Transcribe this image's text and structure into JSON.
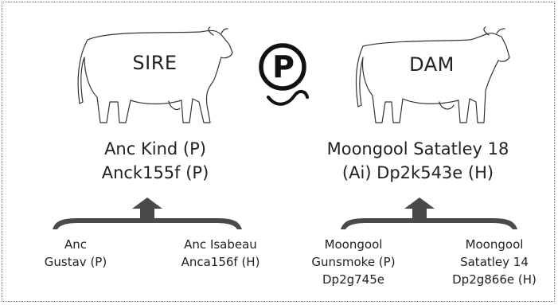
{
  "sire": {
    "title": "SIRE",
    "name_line1": "Anc Kind (P)",
    "name_line2": "Anck155f (P)",
    "parents": [
      {
        "line1": "Anc",
        "line2": "Gustav (P)"
      },
      {
        "line1": "Anc Isabeau",
        "line2": "Anca156f (H)"
      }
    ]
  },
  "dam": {
    "title": "DAM",
    "name_line1": "Moongool Satatley 18",
    "name_line2": "(Ai) Dp2k543e (H)",
    "parents": [
      {
        "line1": "Moongool",
        "line2": "Gunsmoke (P)",
        "line3": "Dp2g745e"
      },
      {
        "line1": "Moongool",
        "line2": "Satatley 14",
        "line3": "Dp2g866e (H)"
      }
    ]
  },
  "logo": {
    "letter": "P"
  },
  "colors": {
    "bracket": "#4a4a4a",
    "outline": "#333333",
    "text": "#222222"
  }
}
